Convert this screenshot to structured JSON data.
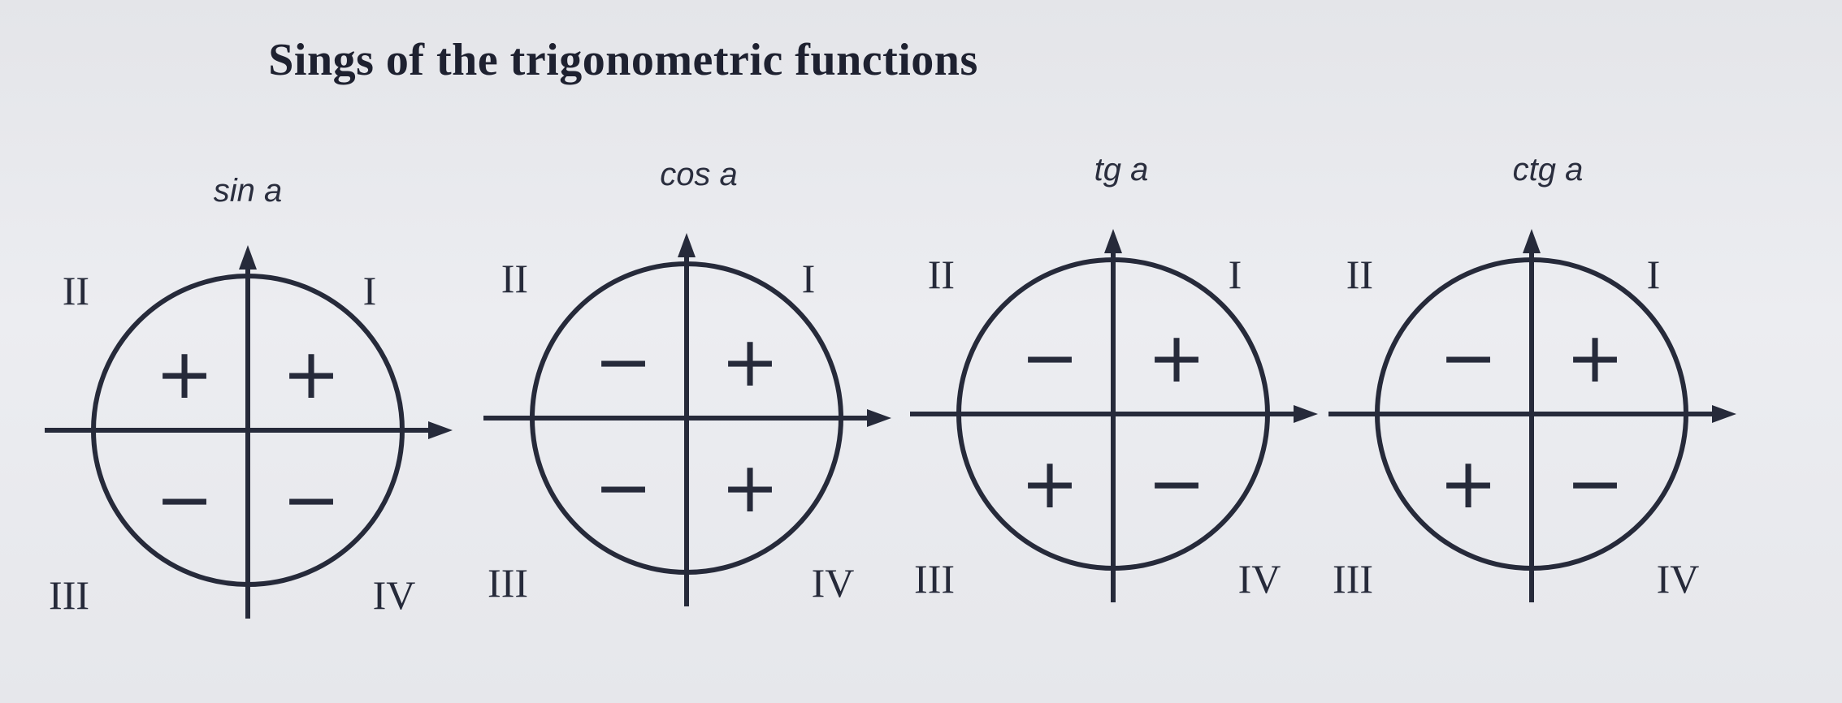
{
  "title": "Sings of the trigonometric functions",
  "quadrant_labels": {
    "I": "I",
    "II": "II",
    "III": "III",
    "IV": "IV"
  },
  "diagrams": [
    {
      "id": "sin",
      "label": "sin a",
      "signs": {
        "I": "+",
        "II": "+",
        "III": "−",
        "IV": "−"
      }
    },
    {
      "id": "cos",
      "label": "cos a",
      "signs": {
        "I": "+",
        "II": "−",
        "III": "−",
        "IV": "+"
      }
    },
    {
      "id": "tg",
      "label": "tg a",
      "signs": {
        "I": "+",
        "II": "−",
        "III": "+",
        "IV": "−"
      }
    },
    {
      "id": "ctg",
      "label": "ctg a",
      "signs": {
        "I": "+",
        "II": "−",
        "III": "+",
        "IV": "−"
      }
    }
  ],
  "colors": {
    "ink": "#262a3a",
    "paper": "#e9eaee"
  }
}
